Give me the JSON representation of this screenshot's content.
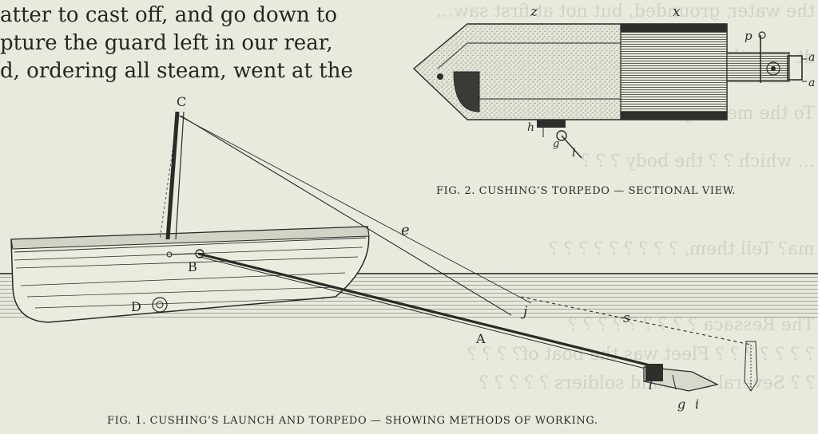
{
  "body_text": {
    "lines": [
      "atter to cast off, and go down to",
      "pture the guard left in our rear,",
      "d, ordering all steam, went at the"
    ]
  },
  "figure2": {
    "caption": "FIG. 2. CUSHING’S TORPEDO — SECTIONAL VIEW.",
    "labels": {
      "z": "z",
      "x": "x",
      "p": "p",
      "a_top": "a",
      "a_bottom": "a",
      "h": "h",
      "g": "g",
      "i": "i"
    }
  },
  "figure1": {
    "caption": "FIG. 1. CUSHING’S LAUNCH AND TORPEDO — SHOWING METHODS OF WORKING.",
    "labels": {
      "C": "C",
      "B": "B",
      "D": "D",
      "e": "e",
      "j": "j",
      "s": "s",
      "A": "A",
      "l": "l",
      "g": "g",
      "i": "i"
    }
  },
  "bleed_through": [
    "the water, grounded, but not at first saw…",
    "dt over the brows that ran tightly with the…",
    "To the memory of the … were ? ? ? ? ?",
    "… which ? ? the body ? ? ?",
    "ma? Tell them, ? ? ? ? ? ? ? ? ?",
    "The Ressaca ? ? ? ? ? ? ? ? ?",
    "? ? ? ? ? ? ? Fleet was the boat of? ? ? ?",
    "? ? Several thousand soldiers ? ? ? ? ?"
  ]
}
